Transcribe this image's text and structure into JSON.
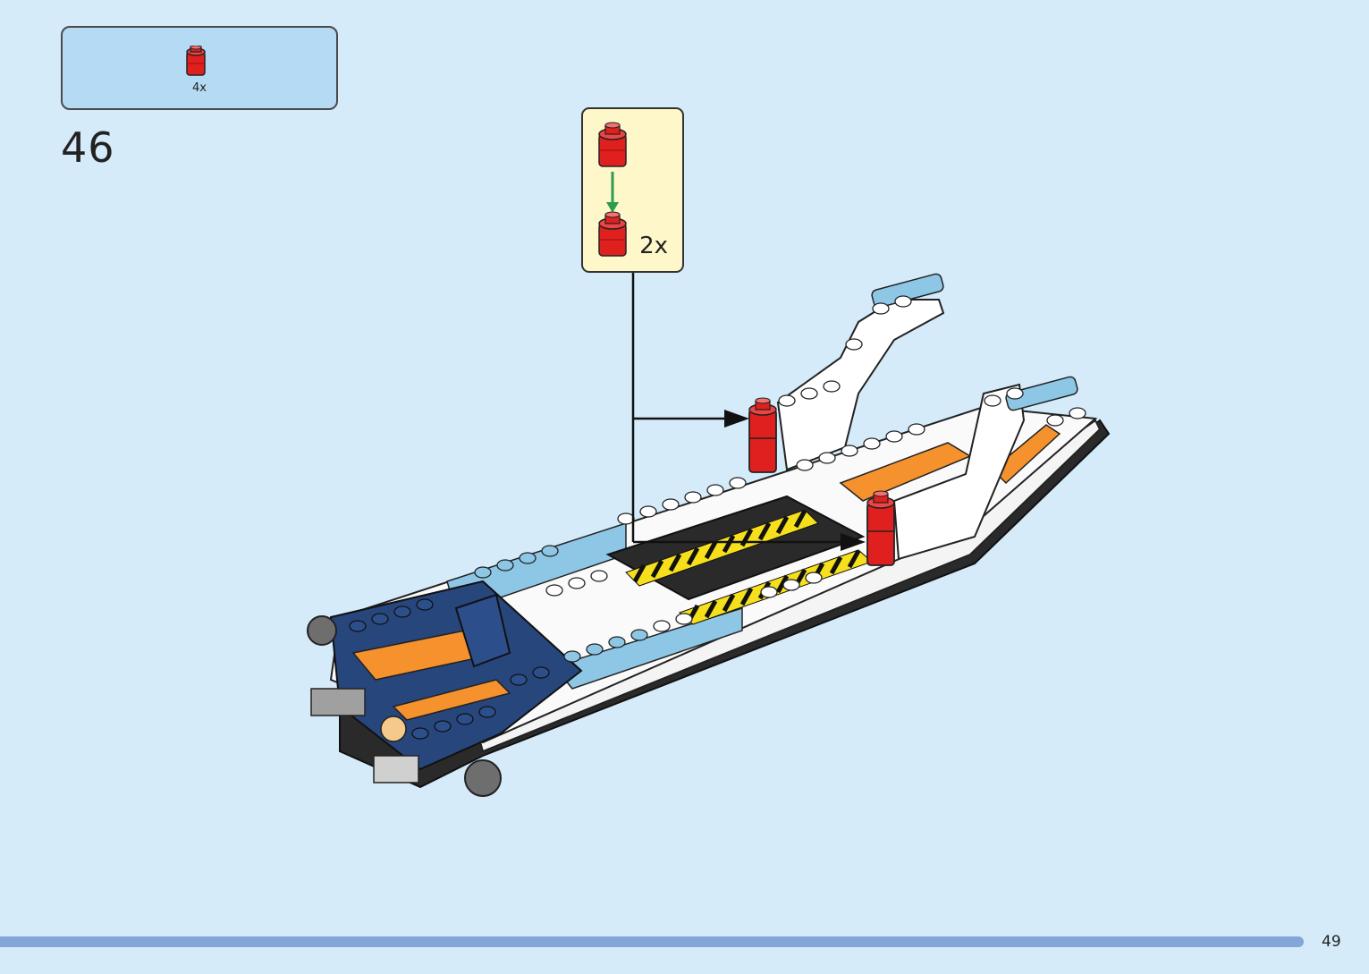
{
  "parts_list": {
    "items": [
      {
        "icon": "red-round-brick-icon",
        "quantity": "4x",
        "color": "#e0201f"
      }
    ]
  },
  "step": {
    "number": "46"
  },
  "callout": {
    "quantity": "2x",
    "arrow_color": "#2e9b4e"
  },
  "colors": {
    "background": "#d5ebfa",
    "parts_box": "#b5daf3",
    "callout_box": "#fef7c9",
    "footer_bar": "#83a6d8",
    "brick_red": "#e0201f",
    "dark_blue": "#27467c",
    "medium_azure": "#8ec7e6",
    "bright_orange": "#f5922e",
    "hazard_yellow": "#f6e01c"
  },
  "footer": {
    "page_number": "49"
  }
}
